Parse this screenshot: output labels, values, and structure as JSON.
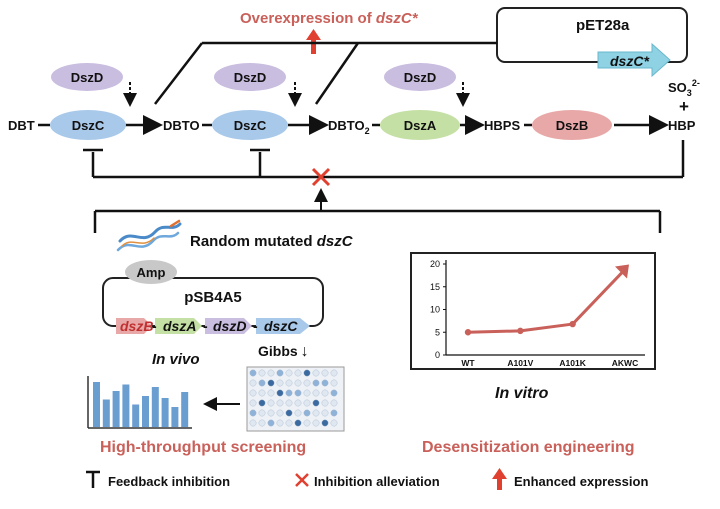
{
  "top": {
    "overexpression_prefix": "Overexpression of ",
    "overexpression_gene": "dszC*",
    "plasmid_name": "pET28a",
    "plasmid_gene": "dszC*"
  },
  "pathway": {
    "compounds": {
      "dbt": "DBT",
      "dbto": "DBTO",
      "dbto2_base": "DBTO",
      "dbto2_sub": "2",
      "hbps": "HBPS",
      "hbp": "HBP",
      "so3_base": "SO",
      "so3_sub": "3",
      "so3_sup": "2-",
      "plus": "+"
    },
    "enzymes": {
      "dszc": "DszC",
      "dszd": "DszD",
      "dsza": "DszA",
      "dszb": "DszB"
    }
  },
  "mutagenesis": {
    "random_prefix": "Random mutated ",
    "random_gene": "dszC",
    "amp_label": "Amp",
    "plasmid_name": "pSB4A5",
    "genes": [
      "dszB",
      "dszA",
      "dszD",
      "dszC"
    ],
    "gibbs_label": "Gibbs",
    "gibbs_arrow": "↓",
    "in_vivo": "In vivo"
  },
  "chart_data": {
    "type": "line",
    "categories": [
      "WT",
      "A101V",
      "A101K",
      "AKWC"
    ],
    "values": [
      5,
      5.3,
      6.8,
      19
    ],
    "yticks": [
      "0",
      "5",
      "10",
      "15",
      "20"
    ],
    "ylim": [
      0,
      20
    ],
    "color": "#c9605a"
  },
  "screening": {
    "bars": [
      0.9,
      0.55,
      0.72,
      0.85,
      0.45,
      0.62,
      0.8,
      0.58,
      0.4,
      0.7
    ]
  },
  "labels": {
    "in_vitro": "In vitro",
    "high_throughput": "High-throughput screening",
    "desensitization": "Desensitization engineering"
  },
  "legend": {
    "feedback": "Feedback inhibition",
    "alleviation": "Inhibition alleviation",
    "enhanced": "Enhanced expression"
  },
  "colors": {
    "red_text": "#c9605a",
    "dszd_fill": "#c9bde0",
    "dszc_fill": "#a9c9ea",
    "dsza_fill": "#c5e0a5",
    "dszb_fill": "#e8a8a8",
    "plasmid_arrow": "#8ed2e4",
    "bar_blue": "#6a9ed0",
    "cross_red": "#e04030"
  }
}
